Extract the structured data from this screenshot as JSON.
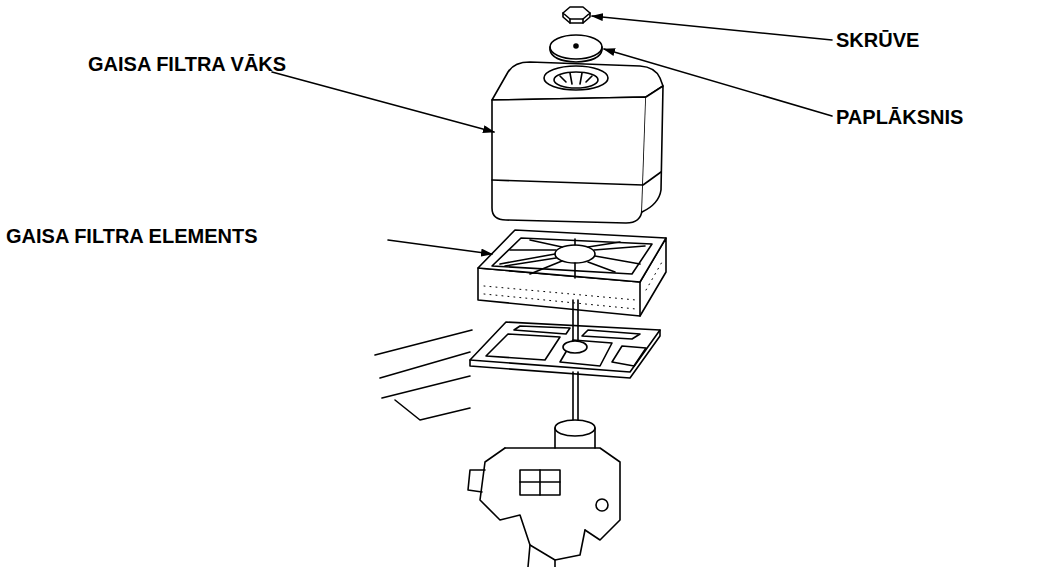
{
  "diagram": {
    "labels": [
      "SKRŪVE",
      "GAISA FILTRA VĀKS",
      "PAPLĀKSNIS",
      "GAISA FILTRA ELEMENTS"
    ]
  }
}
